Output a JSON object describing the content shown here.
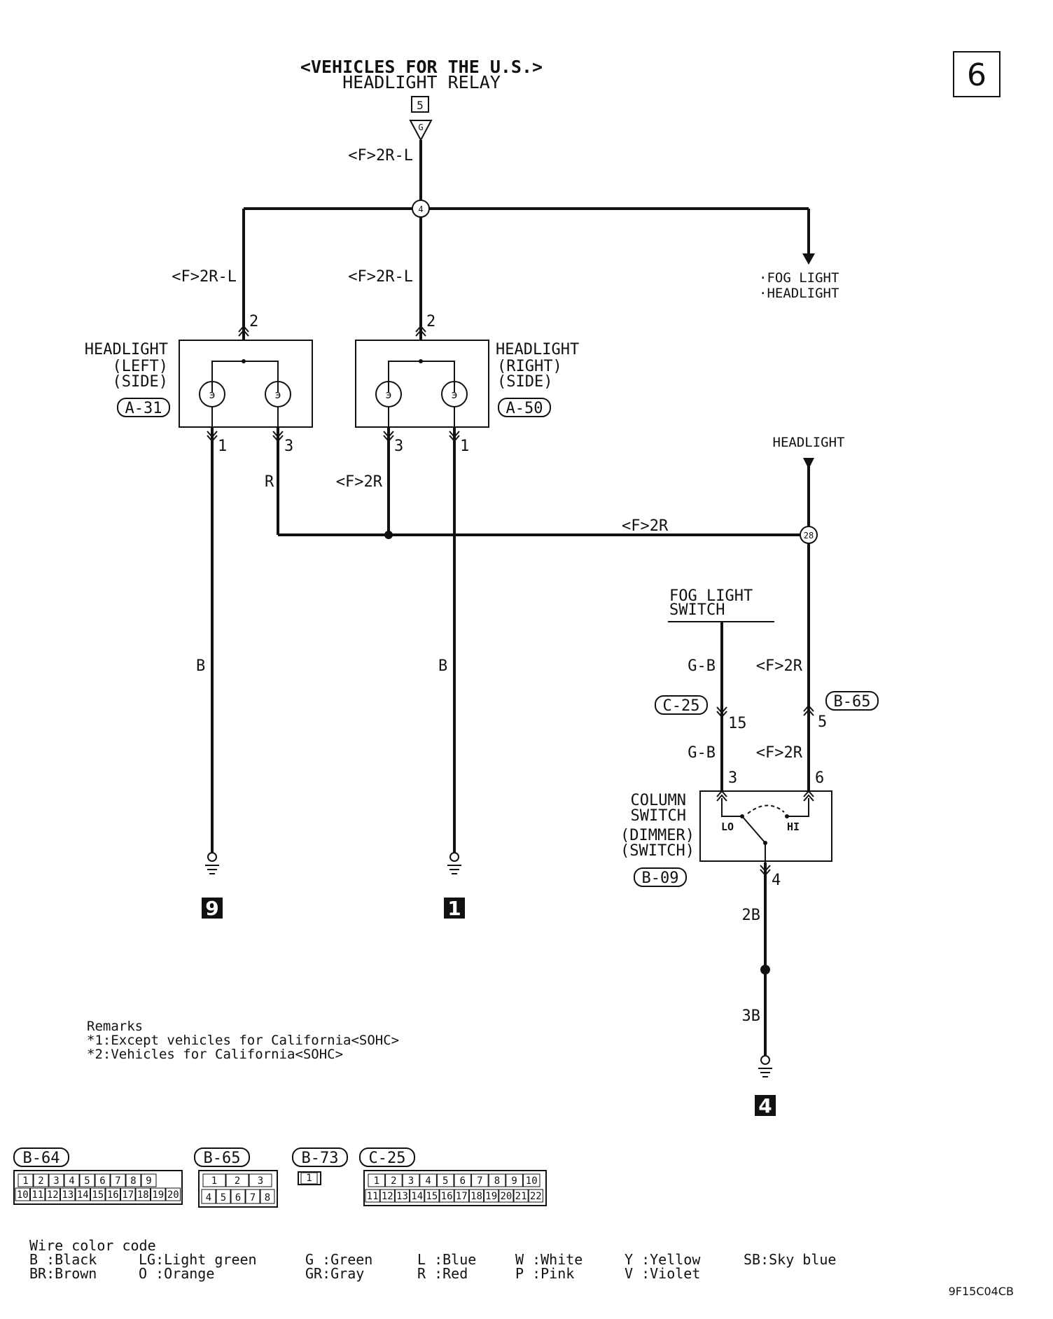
{
  "page_number": "6",
  "header": {
    "region": "<VEHICLES FOR THE U.S.>",
    "source": "HEADLIGHT RELAY",
    "source_ref": "5",
    "source_terminal": "G"
  },
  "junctions": {
    "top": "4",
    "right": "28"
  },
  "wires": {
    "relay_out": "<F>2R-L",
    "left_feed": "<F>2R-L",
    "right_feed": "<F>2R-L",
    "left_pin3": "R",
    "right_pin3": "<F>2R",
    "cross_bus": "<F>2R",
    "left_ground": "B",
    "right_ground": "B",
    "fog_sw_out": "G-B",
    "fog_sw_out2": "G-B",
    "dimmer_in": "<F>2R",
    "dimmer_in2": "<F>2R",
    "ground_upper": "2B",
    "ground_lower": "3B"
  },
  "destinations": {
    "branch_items": [
      "·FOG LIGHT",
      "·HEADLIGHT"
    ],
    "right_top": "HEADLIGHT"
  },
  "components": {
    "headlight_left": {
      "name": "HEADLIGHT",
      "side_line1": "(LEFT)",
      "side_line2": "(SIDE)",
      "connector": "A-31",
      "pin_top": "2",
      "pin_bl": "1",
      "pin_br": "3"
    },
    "headlight_right": {
      "name": "HEADLIGHT",
      "side_line1": "(RIGHT)",
      "side_line2": "(SIDE)",
      "connector": "A-50",
      "pin_top": "2",
      "pin_bl": "3",
      "pin_br": "1"
    },
    "fog_switch": {
      "line1": "FOG LIGHT",
      "line2": "SWITCH"
    },
    "column_switch": {
      "line1": "COLUMN",
      "line2": "SWITCH",
      "line3": "(DIMMER)",
      "line4": "(SWITCH)",
      "connector": "B-09",
      "lo": "LO",
      "hi": "HI",
      "pin_left": "3",
      "pin_right": "6",
      "pin_bottom": "4"
    },
    "conn_c25": {
      "label": "C-25",
      "pin": "15"
    },
    "conn_b65": {
      "label": "B-65",
      "pin": "5"
    }
  },
  "grounds": {
    "left": "9",
    "middle": "1",
    "right": "4"
  },
  "remarks": {
    "title": "Remarks",
    "items": [
      "*1:Except vehicles for California<SOHC>",
      "*2:Vehicles for California<SOHC>"
    ]
  },
  "connector_views": [
    {
      "label": "B-64",
      "row1": [
        "1",
        "2",
        "3",
        "4",
        "5",
        "6",
        "7",
        "8",
        "9"
      ],
      "row2": [
        "10",
        "11",
        "12",
        "13",
        "14",
        "15",
        "16",
        "17",
        "18",
        "19",
        "20"
      ]
    },
    {
      "label": "B-65",
      "row1": [
        "1",
        "2",
        "3"
      ],
      "row2": [
        "4",
        "5",
        "6",
        "7",
        "8"
      ]
    },
    {
      "label": "B-73",
      "row1": [
        "1"
      ],
      "row2": []
    },
    {
      "label": "C-25",
      "row1": [
        "1",
        "2",
        "3",
        "4",
        "5",
        "6",
        "7",
        "8",
        "9",
        "10"
      ],
      "row2": [
        "11",
        "12",
        "13",
        "14",
        "15",
        "16",
        "17",
        "18",
        "19",
        "20",
        "21",
        "22"
      ]
    }
  ],
  "wire_color_code": {
    "title": "Wire color code",
    "row1": [
      "B :Black",
      "LG:Light green",
      "G :Green",
      "L :Blue",
      "W :White",
      "Y :Yellow",
      "SB:Sky blue"
    ],
    "row2": [
      "BR:Brown",
      "O :Orange",
      "GR:Gray",
      "R :Red",
      "P :Pink",
      "V :Violet"
    ]
  },
  "figure_code": "9F15C04CB"
}
